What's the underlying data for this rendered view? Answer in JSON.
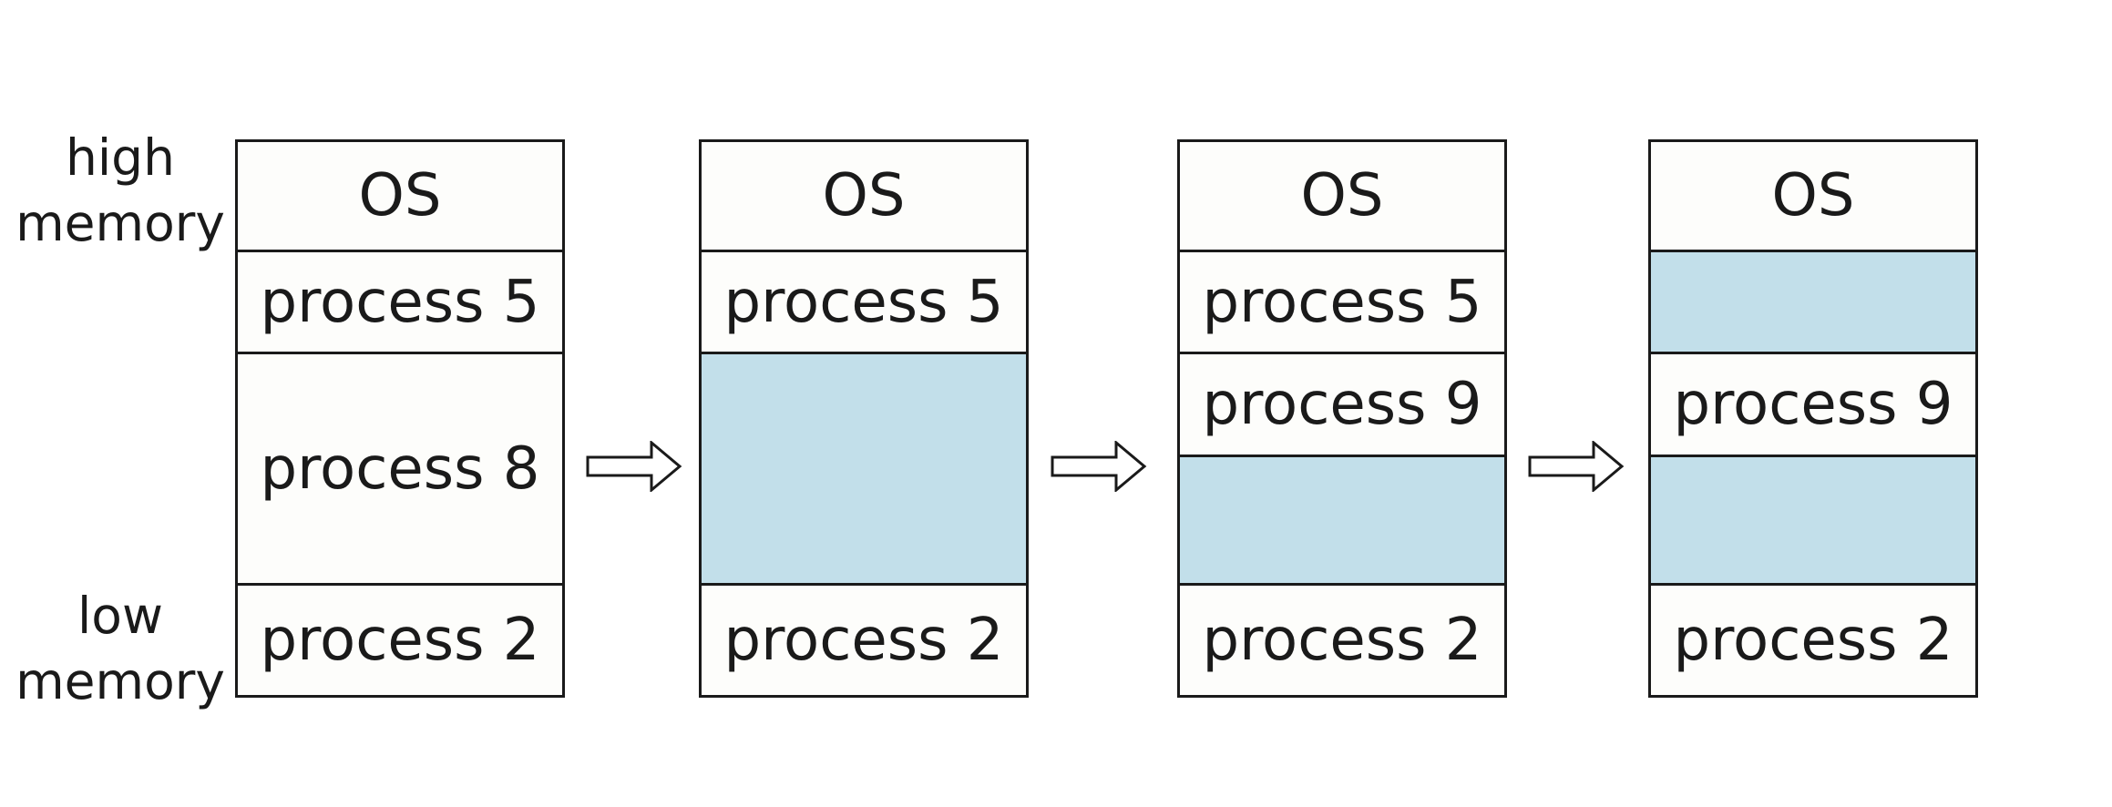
{
  "labels": {
    "high": "high memory",
    "low": "low memory"
  },
  "colors": {
    "hole": "#c2dfea",
    "border": "#1a1a1a",
    "block": "#fdfdfb"
  },
  "columns": [
    {
      "blocks": [
        {
          "label": "OS",
          "kind": "process"
        },
        {
          "label": "process 5",
          "kind": "process"
        },
        {
          "label": "process 8",
          "kind": "process"
        },
        {
          "label": "process 2",
          "kind": "process"
        }
      ]
    },
    {
      "blocks": [
        {
          "label": "OS",
          "kind": "process"
        },
        {
          "label": "process 5",
          "kind": "process"
        },
        {
          "label": "",
          "kind": "hole"
        },
        {
          "label": "process 2",
          "kind": "process"
        }
      ]
    },
    {
      "blocks": [
        {
          "label": "OS",
          "kind": "process"
        },
        {
          "label": "process 5",
          "kind": "process"
        },
        {
          "label": "process 9",
          "kind": "process"
        },
        {
          "label": "",
          "kind": "hole"
        },
        {
          "label": "process 2",
          "kind": "process"
        }
      ]
    },
    {
      "blocks": [
        {
          "label": "OS",
          "kind": "process"
        },
        {
          "label": "",
          "kind": "hole"
        },
        {
          "label": "process 9",
          "kind": "process"
        },
        {
          "label": "",
          "kind": "hole"
        },
        {
          "label": "process 2",
          "kind": "process"
        }
      ]
    }
  ],
  "arrows": [
    {
      "icon": "right-arrow-icon"
    },
    {
      "icon": "right-arrow-icon"
    },
    {
      "icon": "right-arrow-icon"
    }
  ]
}
